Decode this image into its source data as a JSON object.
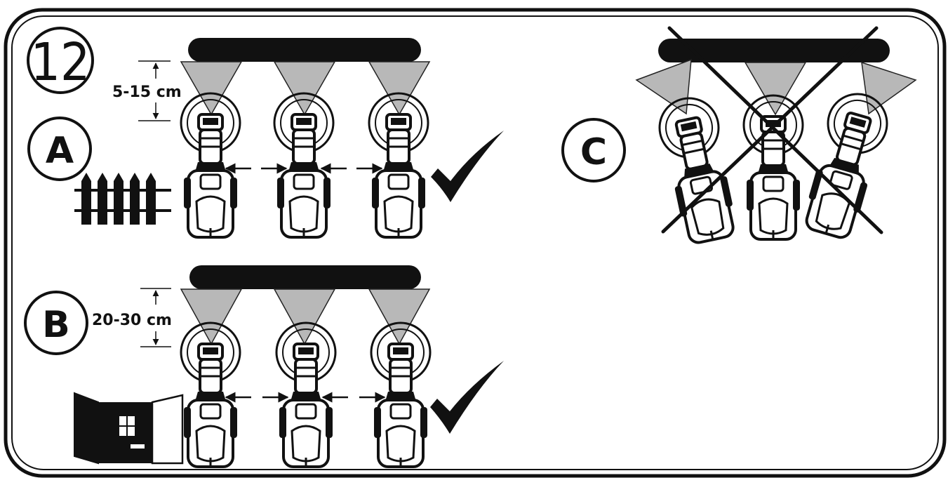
{
  "step_number": "12",
  "panels": {
    "a": {
      "letter": "A",
      "distance": "5-15 cm",
      "status": "correct",
      "obstacle": "fence-icon"
    },
    "b": {
      "letter": "B",
      "distance": "20-30 cm",
      "status": "correct",
      "obstacle": "shed-icon"
    },
    "c": {
      "letter": "C",
      "status": "incorrect"
    }
  },
  "colors": {
    "ink": "#111111",
    "beam": "#b8b8b8"
  }
}
